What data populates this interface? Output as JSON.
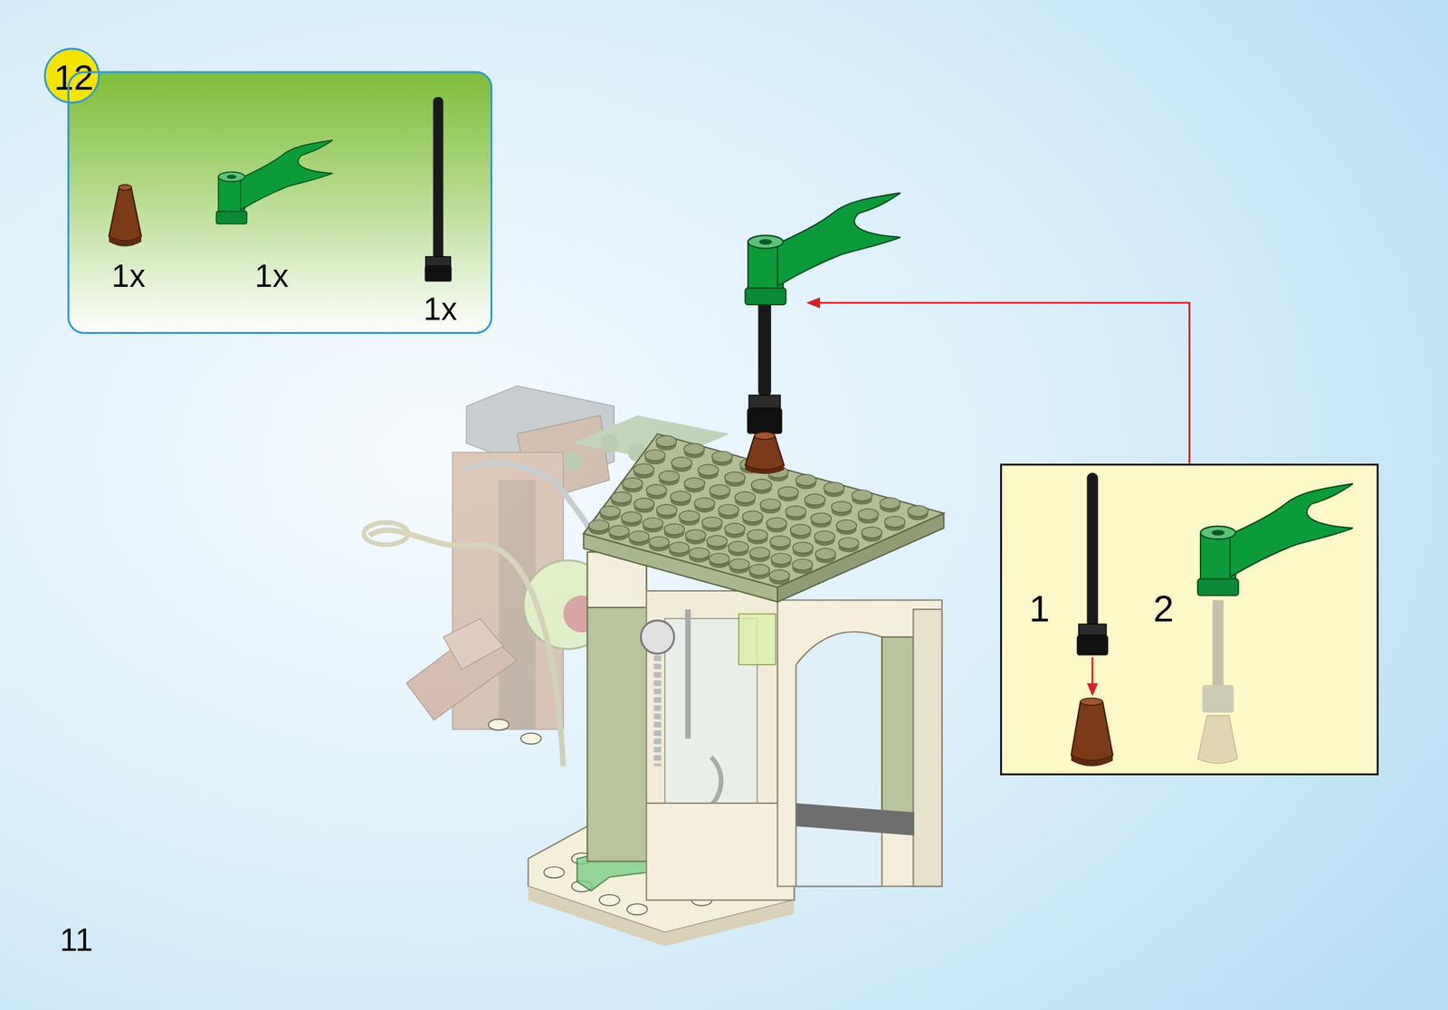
{
  "diagram": {
    "nodes": [
      {
        "text": [
          "12"
        ]
      },
      {
        "text": [
          "1x",
          "1x",
          "1x"
        ]
      },
      {
        "text": [
          "1",
          "2"
        ]
      }
    ],
    "labels": [
      "11"
    ]
  }
}
